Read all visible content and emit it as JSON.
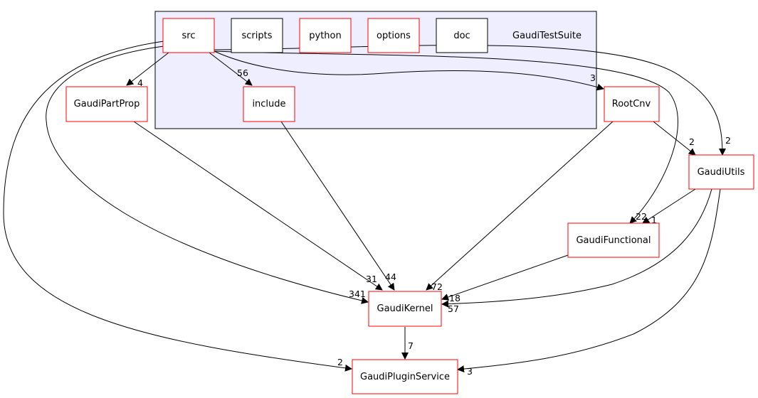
{
  "cluster": {
    "label": "GaudiTestSuite",
    "fill": "#eeeeff",
    "stroke": "#000000"
  },
  "colors": {
    "red_border": "#ff0000",
    "black_border": "#000000",
    "edge": "#000000"
  },
  "nodes": {
    "src": {
      "label": "src",
      "border": "red"
    },
    "scripts": {
      "label": "scripts",
      "border": "black"
    },
    "python": {
      "label": "python",
      "border": "red"
    },
    "options": {
      "label": "options",
      "border": "red"
    },
    "doc": {
      "label": "doc",
      "border": "black"
    },
    "include": {
      "label": "include",
      "border": "red"
    },
    "gaudi_part_prop": {
      "label": "GaudiPartProp",
      "border": "red"
    },
    "root_cnv": {
      "label": "RootCnv",
      "border": "red"
    },
    "gaudi_utils": {
      "label": "GaudiUtils",
      "border": "red"
    },
    "gaudi_functional": {
      "label": "GaudiFunctional",
      "border": "red"
    },
    "gaudi_kernel": {
      "label": "GaudiKernel",
      "border": "red"
    },
    "gaudi_plugin_service": {
      "label": "GaudiPluginService",
      "border": "red"
    }
  },
  "edges": {
    "src_to_gaudi_part_prop": {
      "from": "src",
      "to": "GaudiPartProp",
      "weight": "4"
    },
    "src_to_include": {
      "from": "src",
      "to": "include",
      "weight": "56"
    },
    "src_to_root_cnv": {
      "from": "src",
      "to": "RootCnv",
      "weight": "3"
    },
    "src_to_gaudi_utils": {
      "from": "src",
      "to": "GaudiUtils",
      "weight": "2"
    },
    "src_to_gaudi_functional": {
      "from": "src",
      "to": "GaudiFunctional",
      "weight": "22"
    },
    "src_to_gaudi_kernel": {
      "from": "src",
      "to": "GaudiKernel",
      "weight": "341"
    },
    "src_to_gaudi_plugin_service": {
      "from": "src",
      "to": "GaudiPluginService",
      "weight": "2"
    },
    "gaudi_part_prop_to_gaudi_kernel": {
      "from": "GaudiPartProp",
      "to": "GaudiKernel",
      "weight": "31"
    },
    "include_to_gaudi_kernel": {
      "from": "include",
      "to": "GaudiKernel",
      "weight": "44"
    },
    "root_cnv_to_gaudi_kernel": {
      "from": "RootCnv",
      "to": "GaudiKernel",
      "weight": "72"
    },
    "root_cnv_to_gaudi_utils": {
      "from": "RootCnv",
      "to": "GaudiUtils",
      "weight": "2"
    },
    "gaudi_utils_to_gaudi_functional": {
      "from": "GaudiUtils",
      "to": "GaudiFunctional",
      "weight": "1"
    },
    "gaudi_utils_to_gaudi_kernel": {
      "from": "GaudiUtils",
      "to": "GaudiKernel",
      "weight": "57"
    },
    "gaudi_utils_to_gaudi_plugin_service": {
      "from": "GaudiUtils",
      "to": "GaudiPluginService",
      "weight": "3"
    },
    "gaudi_functional_to_gaudi_kernel": {
      "from": "GaudiFunctional",
      "to": "GaudiKernel",
      "weight": "18"
    },
    "gaudi_kernel_to_gaudi_plugin_service": {
      "from": "GaudiKernel",
      "to": "GaudiPluginService",
      "weight": "7"
    }
  }
}
